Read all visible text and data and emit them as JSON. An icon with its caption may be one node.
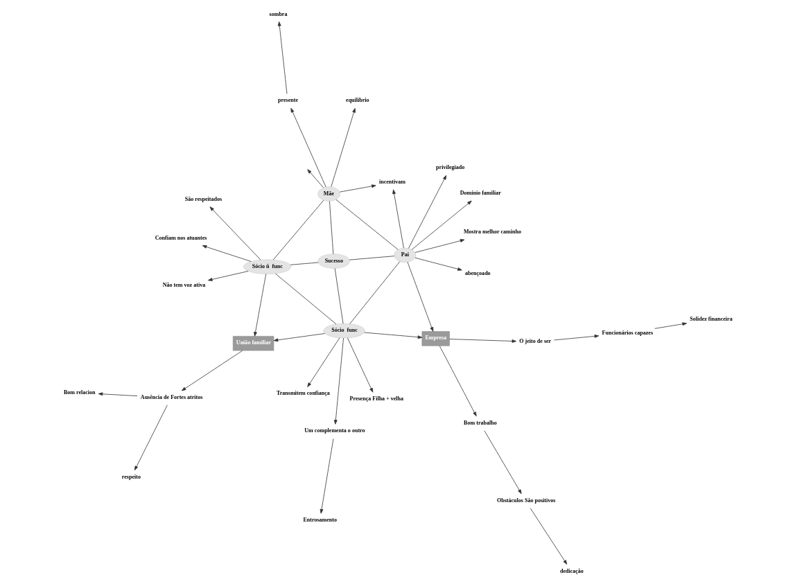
{
  "diagram": {
    "nodes": [
      {
        "text": [
          "Sócio  func"
        ]
      },
      {
        "text": [
          "Sócio ñ  func"
        ]
      },
      {
        "text": [
          "Sucesso"
        ]
      },
      {
        "text": [
          "Pai"
        ]
      },
      {
        "text": [
          "Mãe"
        ]
      },
      {
        "text": [
          "Empresa"
        ]
      },
      {
        "text": [
          "União familiar"
        ]
      },
      {
        "text": [
          "Presença Filha + velha"
        ]
      },
      {
        "text": [
          "Entrosamento"
        ]
      },
      {
        "text": [
          "Um complementa o outro"
        ]
      },
      {
        "text": [
          "Transmitem confiança"
        ]
      },
      {
        "text": [
          "O jeito de ser"
        ]
      },
      {
        "text": [
          "Funcionários capazes"
        ]
      },
      {
        "text": [
          "Solidez financeira"
        ]
      },
      {
        "text": [
          "Bom trabalho"
        ]
      },
      {
        "text": [
          "Obstáculos São positivos"
        ]
      },
      {
        "text": [
          "dedicação"
        ]
      },
      {
        "text": [
          "Ausência de Fortes atritos"
        ]
      },
      {
        "text": [
          "respeito"
        ]
      },
      {
        "text": [
          "Bom relacion"
        ]
      },
      {
        "text": [
          "Confiam nos atuantes"
        ]
      },
      {
        "text": [
          "Não tem voz ativa"
        ]
      },
      {
        "text": [
          "São respeitados"
        ]
      },
      {
        "text": [
          "Domínio familiar"
        ]
      },
      {
        "text": [
          "privilegiado"
        ]
      },
      {
        "text": [
          "abençoado"
        ]
      },
      {
        "text": [
          "Mostra melhor caminho"
        ]
      },
      {
        "text": [
          "incentivam"
        ]
      },
      {
        "text": [
          "equilíbrio"
        ]
      },
      {
        "text": [
          "presente"
        ]
      },
      {
        "text": [
          "sombra"
        ]
      }
    ],
    "edges": [
      {
        "from": 0,
        "to": 1,
        "arrow": "none"
      },
      {
        "from": 0,
        "to": 6,
        "arrow": "to"
      },
      {
        "from": 1,
        "to": 6,
        "arrow": "to"
      },
      {
        "from": 0,
        "to": 3,
        "arrow": "none"
      },
      {
        "from": 0,
        "to": 5,
        "arrow": "to"
      },
      {
        "from": 3,
        "to": 5,
        "arrow": "to"
      },
      {
        "from": 0,
        "to": 7,
        "arrow": "to"
      },
      {
        "from": 0,
        "to": 9,
        "arrow": "to"
      },
      {
        "from": 0,
        "to": 10,
        "arrow": "to"
      },
      {
        "from": 9,
        "to": 8,
        "arrow": "to"
      },
      {
        "from": 0,
        "to": 2,
        "arrow": "none"
      },
      {
        "from": 1,
        "to": 2,
        "arrow": "none"
      },
      {
        "from": 1,
        "to": 4,
        "arrow": "none"
      },
      {
        "from": 1,
        "to": 20,
        "arrow": "to"
      },
      {
        "from": 1,
        "to": 21,
        "arrow": "to"
      },
      {
        "from": 1,
        "to": 22,
        "arrow": "to"
      },
      {
        "from": 2,
        "to": 3,
        "arrow": "none"
      },
      {
        "from": 2,
        "to": 4,
        "arrow": "none"
      },
      {
        "from": 3,
        "to": 4,
        "arrow": "none"
      },
      {
        "from": 5,
        "to": 11,
        "arrow": "to"
      },
      {
        "from": 11,
        "to": 12,
        "arrow": "to"
      },
      {
        "from": 12,
        "to": 13,
        "arrow": "to"
      },
      {
        "from": 5,
        "to": 14,
        "arrow": "to"
      },
      {
        "from": 14,
        "to": 15,
        "arrow": "to"
      },
      {
        "from": 15,
        "to": 16,
        "arrow": "to"
      },
      {
        "from": 6,
        "to": 17,
        "arrow": "to"
      },
      {
        "from": 17,
        "to": 18,
        "arrow": "to"
      },
      {
        "from": 17,
        "to": 19,
        "arrow": "to"
      },
      {
        "from": 3,
        "to": 23,
        "arrow": "to"
      },
      {
        "from": 3,
        "to": 24,
        "arrow": "to"
      },
      {
        "from": 3,
        "to": 25,
        "arrow": "to"
      },
      {
        "from": 3,
        "to": 27,
        "arrow": "to"
      },
      {
        "from": 3,
        "to": 26,
        "arrow": "to"
      },
      {
        "from": 4,
        "to": null,
        "arrow": "to"
      },
      {
        "from": 4,
        "to": 27,
        "arrow": "to"
      },
      {
        "from": 4,
        "to": 29,
        "arrow": "to"
      },
      {
        "from": 4,
        "to": 28,
        "arrow": "to"
      },
      {
        "from": 29,
        "to": 30,
        "arrow": "to"
      }
    ]
  }
}
